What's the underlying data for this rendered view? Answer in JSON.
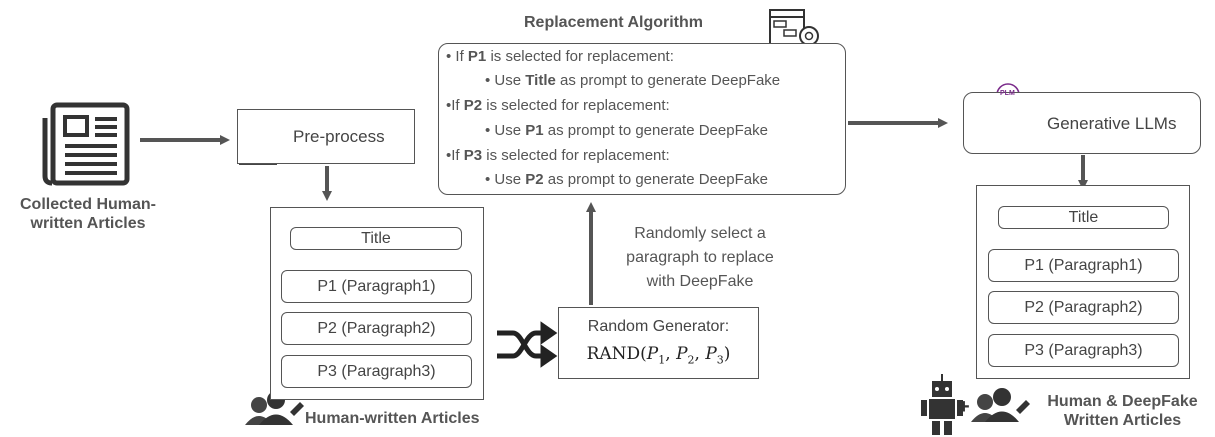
{
  "collected": {
    "line1": "Collected Human-",
    "line2": "written Articles"
  },
  "preprocess": {
    "label": "Pre-process"
  },
  "human_doc": {
    "title": "Title",
    "p1": "P1 (Paragraph1)",
    "p2": "P2 (Paragraph2)",
    "p3": "P3 (Paragraph3)",
    "caption": "Human-written Articles"
  },
  "algorithm": {
    "heading": "Replacement Algorithm",
    "lines": [
      {
        "pre": "• If ",
        "bold": "P1",
        "post": " is selected for replacement:"
      },
      {
        "pre": "• Use ",
        "bold": "Title",
        "post": " as prompt to generate DeepFake"
      },
      {
        "pre": "•If ",
        "bold": "P2",
        "post": " is selected for replacement:"
      },
      {
        "pre": "• Use ",
        "bold": "P1",
        "post": " as prompt to generate DeepFake"
      },
      {
        "pre": "•If ",
        "bold": "P3",
        "post": " is selected for replacement:"
      },
      {
        "pre": "• Use ",
        "bold": "P2",
        "post": " as prompt to generate DeepFake"
      }
    ]
  },
  "random_select": {
    "line1": "Randomly select a",
    "line2": "paragraph to replace",
    "line3": "with DeepFake"
  },
  "random_gen": {
    "line1": "Random Generator:",
    "formula_prefix": "RAND(",
    "p": "P",
    "sub1": "1",
    "sub2": "2",
    "sub3": "3",
    "sep": ", ",
    "formula_suffix": ")"
  },
  "llm": {
    "label": "Generative LLMs",
    "plm_badge": "PLM"
  },
  "output_doc": {
    "title": "Title",
    "p1": "P1 (Paragraph1)",
    "p2": "P2 (Paragraph2)",
    "p3": "P3 (Paragraph3)",
    "caption_line1": "Human & DeepFake",
    "caption_line2": "Written Articles",
    "plus": "+"
  },
  "colors": {
    "line": "#555555",
    "arrow": "#555555",
    "icon": "#3a3a3a",
    "box_border": "#555555"
  }
}
